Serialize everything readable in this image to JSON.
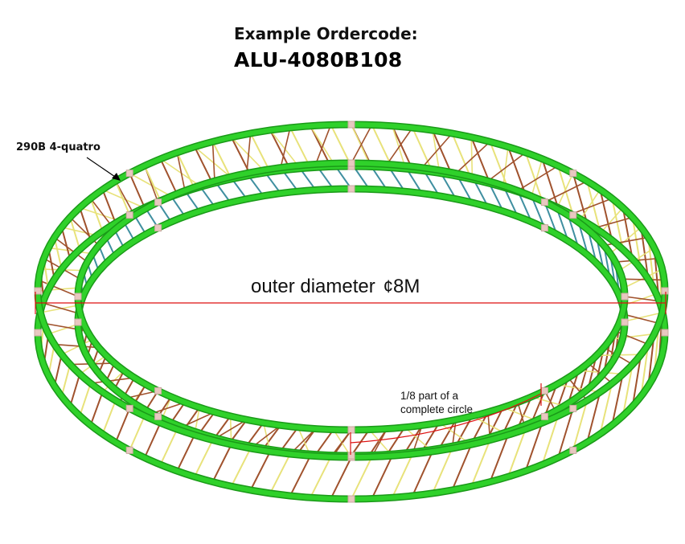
{
  "header": {
    "line1": "Example Ordercode:",
    "line2": "ALU-4080B108"
  },
  "labels": {
    "part": "290B 4-quatro",
    "diameter_text": "outer diameter",
    "diameter_symbol": "¢",
    "diameter_value": "8M",
    "fraction_line1": "1/8 part of a",
    "fraction_line2": "complete circle"
  },
  "colors": {
    "tube": "#2fd12a",
    "tube_dark": "#1a9a18",
    "brace_brown": "#a0522d",
    "brace_yellow": "#e8e27a",
    "brace_blue": "#3f8fa0",
    "connector": "#e8c8c0",
    "dimension_line": "#dd1111"
  }
}
